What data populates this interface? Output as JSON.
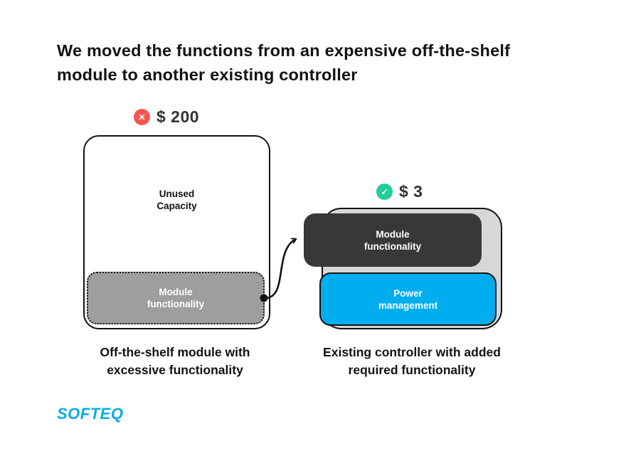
{
  "title": "We moved the functions from an expensive off-the-shelf\nmodule to another existing controller",
  "left_diagram": {
    "price": "$ 200",
    "price_icon": "x-circle-icon",
    "price_icon_glyph": "✕",
    "unused_label": "Unused\nCapacity",
    "module_label": "Module\nfunctionality",
    "caption": "Off-the-shelf module with\nexcessive functionality"
  },
  "right_diagram": {
    "price": "$ 3",
    "price_icon": "check-circle-icon",
    "price_icon_glyph": "✓",
    "module_label": "Module\nfunctionality",
    "power_label": "Power\nmanagement",
    "caption": "Existing controller with added\nrequired functionality"
  },
  "logo": {
    "text": "SOFTEQ",
    "color": "#0CA9E9"
  },
  "colors": {
    "title_text": "#121212",
    "price_text": "#333333",
    "red_badge": "#F4564F",
    "green_badge": "#21CE9C",
    "gray_module_fill": "#9E9E9E",
    "controller_fill": "#D7D7D7",
    "dark_module_fill": "#383838",
    "power_blue_fill": "#00AEEF",
    "outline": "#121212",
    "background": "#FFFFFF"
  }
}
